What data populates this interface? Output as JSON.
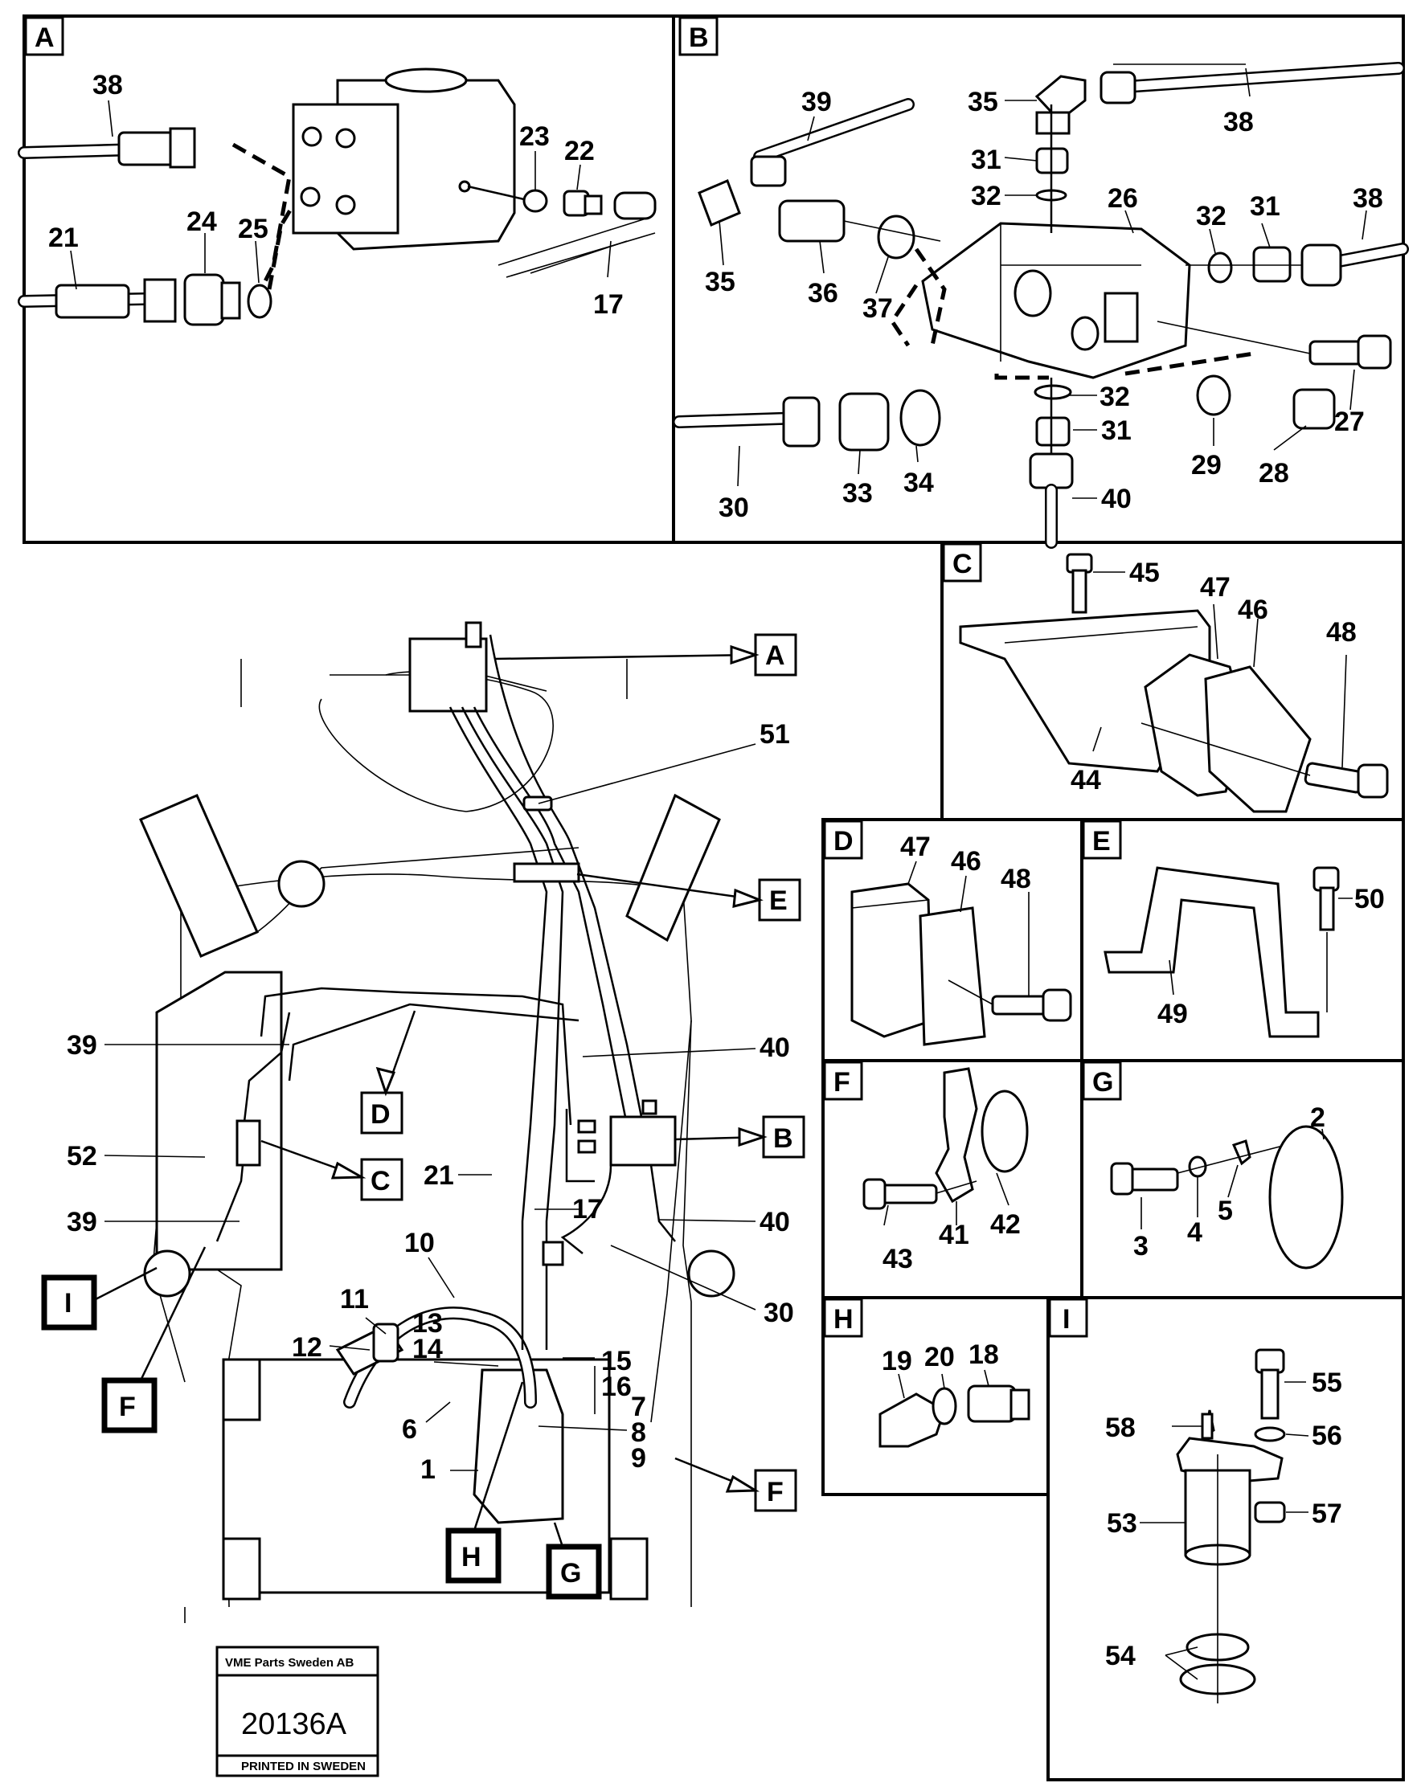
{
  "sections": {
    "A": "A",
    "B": "B",
    "C": "C",
    "D": "D",
    "E": "E",
    "F": "F",
    "G": "G",
    "H": "H",
    "I": "I"
  },
  "callouts": {
    "A": [
      "38",
      "21",
      "24",
      "25",
      "23",
      "22",
      "17"
    ],
    "B": [
      "39",
      "35",
      "31",
      "32",
      "38",
      "26",
      "32",
      "31",
      "38",
      "35",
      "36",
      "37",
      "27",
      "32",
      "31",
      "29",
      "28",
      "30",
      "33",
      "34",
      "40"
    ],
    "C": [
      "45",
      "47",
      "46",
      "48",
      "44"
    ],
    "D": [
      "47",
      "46",
      "48"
    ],
    "E": [
      "50",
      "49"
    ],
    "F": [
      "42",
      "43",
      "41"
    ],
    "G": [
      "2",
      "5",
      "3",
      "4"
    ],
    "H": [
      "19",
      "20",
      "18"
    ],
    "I": [
      "55",
      "58",
      "56",
      "53",
      "57",
      "54"
    ],
    "main": [
      "51",
      "39",
      "40",
      "52",
      "21",
      "17",
      "39",
      "40",
      "10",
      "30",
      "11",
      "13",
      "12",
      "14",
      "15",
      "16",
      "7",
      "6",
      "8",
      "9",
      "1"
    ]
  },
  "stamp": {
    "company": "VME Parts Sweden AB",
    "code": "20136A",
    "printed": "PRINTED IN SWEDEN"
  }
}
